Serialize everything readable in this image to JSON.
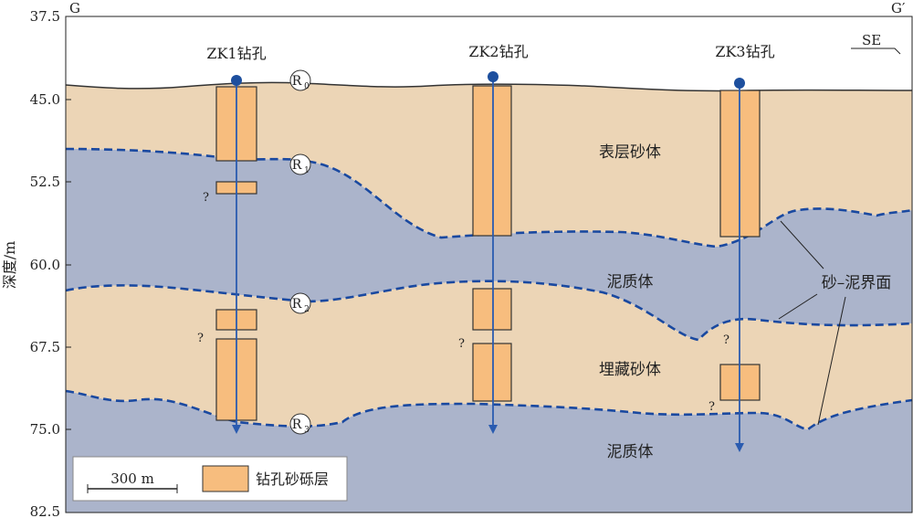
{
  "section": {
    "start_label": "G",
    "end_label": "G′",
    "direction": "SE"
  },
  "axis": {
    "ylabel": "深度/m",
    "ticks": [
      "37.5",
      "45.0",
      "52.5",
      "60.0",
      "67.5",
      "75.0",
      "82.5"
    ]
  },
  "boreholes": [
    {
      "label": "ZK1钻孔"
    },
    {
      "label": "ZK2钻孔"
    },
    {
      "label": "ZK3钻孔"
    }
  ],
  "layers": {
    "surface_sand": "表层砂体",
    "mud_upper": "泥质体",
    "buried_sand": "埋藏砂体",
    "mud_lower": "泥质体"
  },
  "interface_label": "砂–泥界面",
  "interface_markers": [
    {
      "main": "R",
      "sub": "0"
    },
    {
      "main": "R",
      "sub": "1"
    },
    {
      "main": "R",
      "sub": "2"
    },
    {
      "main": "R",
      "sub": "3"
    }
  ],
  "uncertain_mark": "?",
  "scale_bar": {
    "label": "300 m"
  },
  "legend": {
    "gravel_label": "钻孔砂砾层"
  },
  "colors": {
    "sand": "#ecd5b6",
    "mud": "#abb4cb",
    "gravel": "#f7bd7e",
    "interface_line": "#1a49a0",
    "borehole_line": "#2a5bb0"
  }
}
